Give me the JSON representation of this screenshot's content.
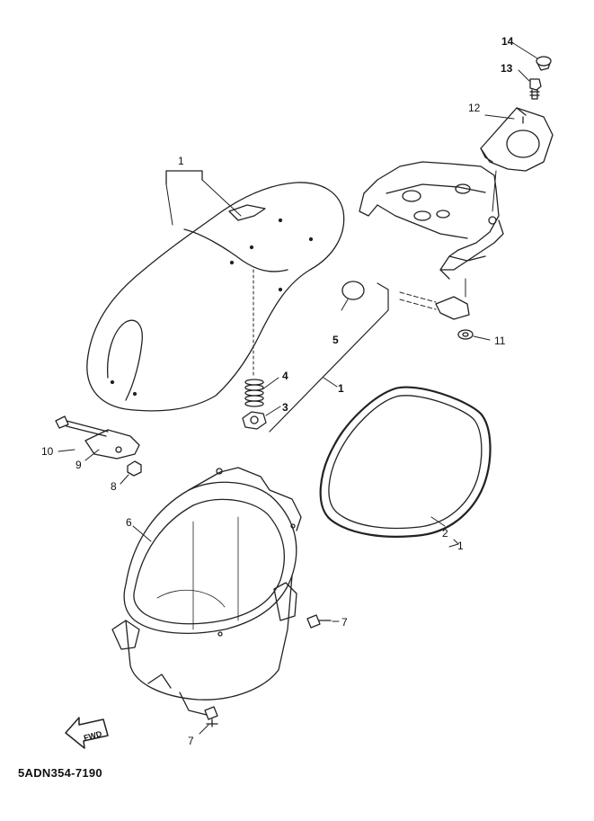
{
  "diagram_code": "5ADN354-7190",
  "fwd_label": "FWD",
  "callouts": [
    {
      "id": "14",
      "part": "bolt-cap"
    },
    {
      "id": "13",
      "part": "bolt"
    },
    {
      "id": "12",
      "part": "bracket"
    },
    {
      "id": "1",
      "part": "seat"
    },
    {
      "id": "5",
      "part": "damper"
    },
    {
      "id": "4",
      "part": "spring"
    },
    {
      "id": "3",
      "part": "nut"
    },
    {
      "id": "1",
      "part": "seat-kit"
    },
    {
      "id": "11",
      "part": "nut"
    },
    {
      "id": "10",
      "part": "bolt"
    },
    {
      "id": "9",
      "part": "hinge"
    },
    {
      "id": "8",
      "part": "nut"
    },
    {
      "id": "6",
      "part": "luggage-box"
    },
    {
      "id": "2",
      "part": "seal"
    },
    {
      "id": "1",
      "part": "seal-ref"
    },
    {
      "id": "7",
      "part": "screw"
    },
    {
      "id": "7",
      "part": "screw"
    }
  ]
}
